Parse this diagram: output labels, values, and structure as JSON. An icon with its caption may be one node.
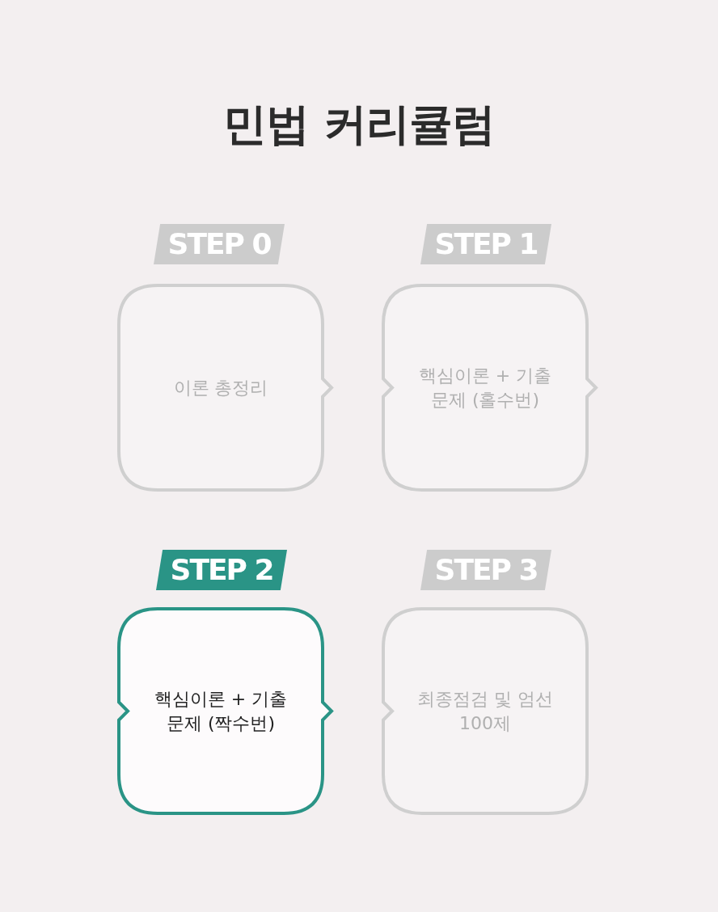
{
  "diagram": {
    "title": "민법 커리큘럼",
    "nodes": [
      {
        "text": [
          "STEP 0",
          "이론 총정리"
        ]
      },
      {
        "text": [
          "STEP 1",
          "핵심이론 + 기출문제 (홀수번)"
        ]
      },
      {
        "text": [
          "STEP 2",
          "핵심이론 + 기출문제 (짝수번)"
        ]
      },
      {
        "text": [
          "STEP 3",
          "최종점검 및 엄선 100제"
        ]
      }
    ]
  }
}
